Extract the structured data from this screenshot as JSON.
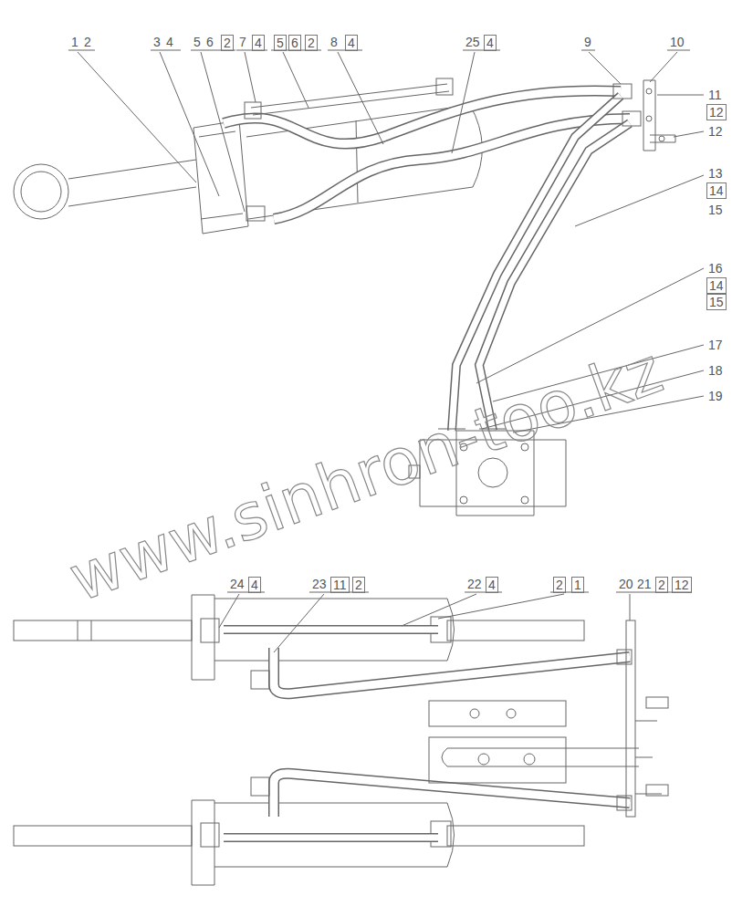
{
  "diagram": {
    "labels": [
      "1",
      "2",
      "3",
      "4",
      "5",
      "6",
      "2",
      "7",
      "4",
      "5",
      "6",
      "2",
      "8",
      "4",
      "25",
      "4",
      "9",
      "10",
      "11",
      "12",
      "12",
      "13",
      "14",
      "15",
      "16",
      "14",
      "15",
      "17",
      "18",
      "19",
      "24",
      "4",
      "23",
      "11",
      "2",
      "22",
      "4",
      "2",
      "1",
      "20",
      "21",
      "2",
      "12",
      "www.sinhron-too.kz"
    ]
  }
}
